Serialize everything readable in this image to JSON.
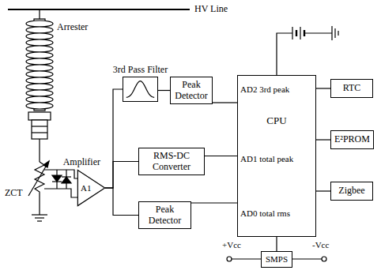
{
  "diagram": {
    "nodes": [
      {
        "text": [
          "Amplifier",
          "A1"
        ]
      },
      {
        "text": [
          "3rd Pass Filter"
        ]
      },
      {
        "text": [
          "Peak Detector"
        ]
      },
      {
        "text": [
          "RMS-DC Converter"
        ]
      },
      {
        "text": [
          "Peak Detector"
        ]
      },
      {
        "text": [
          "CPU",
          "AD2 3rd peak",
          "AD1 total peak",
          "AD0 total rms"
        ]
      },
      {
        "text": [
          "RTC"
        ]
      },
      {
        "text": [
          "E²PROM"
        ]
      },
      {
        "text": [
          "Zigbee"
        ]
      },
      {
        "text": [
          "SMPS"
        ]
      }
    ],
    "edges": [
      {
        "from": 0,
        "to": 1,
        "arrow": "none"
      },
      {
        "from": 0,
        "to": 3,
        "arrow": "none"
      },
      {
        "from": 0,
        "to": 4,
        "arrow": "none"
      },
      {
        "from": 1,
        "to": 2,
        "arrow": "none"
      },
      {
        "from": 2,
        "to": 5,
        "arrow": "none"
      },
      {
        "from": 3,
        "to": 5,
        "arrow": "none"
      },
      {
        "from": 4,
        "to": 5,
        "arrow": "none"
      },
      {
        "from": 5,
        "to": 6,
        "arrow": "none"
      },
      {
        "from": 5,
        "to": 7,
        "arrow": "none"
      },
      {
        "from": 5,
        "to": 8,
        "arrow": "none"
      },
      {
        "from": 5,
        "to": 9,
        "arrow": "none"
      }
    ],
    "labels": [
      "HV Line",
      "Arrester",
      "ZCT",
      "+Vcc",
      "-Vcc"
    ]
  }
}
